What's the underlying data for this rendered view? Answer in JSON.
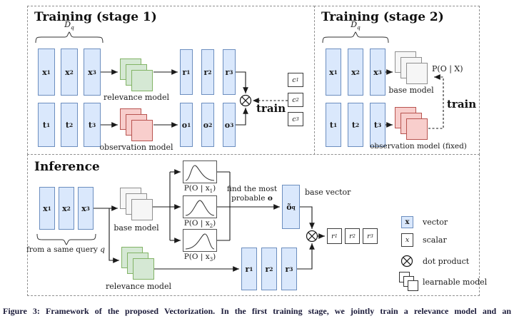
{
  "figure": {
    "stage1": {
      "title": "Training (stage 1)",
      "dataset": {
        "main": "D",
        "sub": "q"
      },
      "x_row": [
        {
          "main": "x",
          "sub": "1"
        },
        {
          "main": "x",
          "sub": "2"
        },
        {
          "main": "x",
          "sub": "3"
        }
      ],
      "t_row": [
        {
          "main": "t",
          "sub": "1"
        },
        {
          "main": "t",
          "sub": "2"
        },
        {
          "main": "t",
          "sub": "3"
        }
      ],
      "relevance_model_label": "relevance model",
      "observation_model_label": "observation model",
      "r_row": [
        {
          "main": "r",
          "sub": "1"
        },
        {
          "main": "r",
          "sub": "2"
        },
        {
          "main": "r",
          "sub": "3"
        }
      ],
      "o_row": [
        {
          "main": "o",
          "sub": "1"
        },
        {
          "main": "o",
          "sub": "2"
        },
        {
          "main": "o",
          "sub": "3"
        }
      ],
      "c_col": [
        {
          "main": "c",
          "sub": "1"
        },
        {
          "main": "c",
          "sub": "2"
        },
        {
          "main": "c",
          "sub": "3"
        }
      ],
      "train_label": "train"
    },
    "stage2": {
      "title": "Training (stage 2)",
      "dataset": {
        "main": "D",
        "sub": "q"
      },
      "x_row": [
        {
          "main": "x",
          "sub": "1"
        },
        {
          "main": "x",
          "sub": "2"
        },
        {
          "main": "x",
          "sub": "3"
        }
      ],
      "t_row": [
        {
          "main": "t",
          "sub": "1"
        },
        {
          "main": "t",
          "sub": "2"
        },
        {
          "main": "t",
          "sub": "3"
        }
      ],
      "base_model_label": "base model",
      "prob_label": "P(O | X)",
      "train_label": "train",
      "observation_model_label": "observation model (fixed)"
    },
    "inference": {
      "title": "Inference",
      "x_row": [
        {
          "main": "x",
          "sub": "1"
        },
        {
          "main": "x",
          "sub": "2"
        },
        {
          "main": "x",
          "sub": "3"
        }
      ],
      "query_note": {
        "pre": "from a same query ",
        "italic": "q"
      },
      "base_model_label": "base model",
      "relevance_model_label": "relevance model",
      "distributions": [
        {
          "pre": "P(O | x",
          "sub": "1",
          "post": ")"
        },
        {
          "pre": "P(O | x",
          "sub": "2",
          "post": ")"
        },
        {
          "pre": "P(O | x",
          "sub": "3",
          "post": ")"
        }
      ],
      "find_note": {
        "line1": "find the most",
        "line2_pre": "probable ",
        "line2_bold": "o"
      },
      "base_vector_symbol": {
        "main": "õ",
        "sub": "q"
      },
      "base_vector_label": "base vector",
      "r_row": [
        {
          "main": "r",
          "sub": "1"
        },
        {
          "main": "r",
          "sub": "2"
        },
        {
          "main": "r",
          "sub": "3"
        }
      ],
      "output_scalars": [
        {
          "main": "r",
          "sub": "1"
        },
        {
          "main": "r",
          "sub": "2"
        },
        {
          "main": "r",
          "sub": "3"
        }
      ]
    },
    "legend": {
      "vector": {
        "symbol": "x",
        "label": "vector"
      },
      "scalar": {
        "symbol": "x",
        "label": "scalar"
      },
      "dot_product_label": "dot product",
      "learnable_model_label": "learnable model"
    }
  },
  "caption": "Figure 3: Framework of the proposed Vectorization. In the first training stage, we jointly train a relevance model and an",
  "colors": {
    "vector_fill": "#dae8fc",
    "vector_stroke": "#6c8ebf",
    "relevance_fill": "#d5e8d4",
    "relevance_stroke": "#82b366",
    "observation_fill": "#f8cecc",
    "observation_stroke": "#b85450",
    "base_fill": "#f6f6f6",
    "base_stroke": "#8f8f8f",
    "line": "#1a1a1a",
    "caption_text": "#1b1b3a"
  }
}
